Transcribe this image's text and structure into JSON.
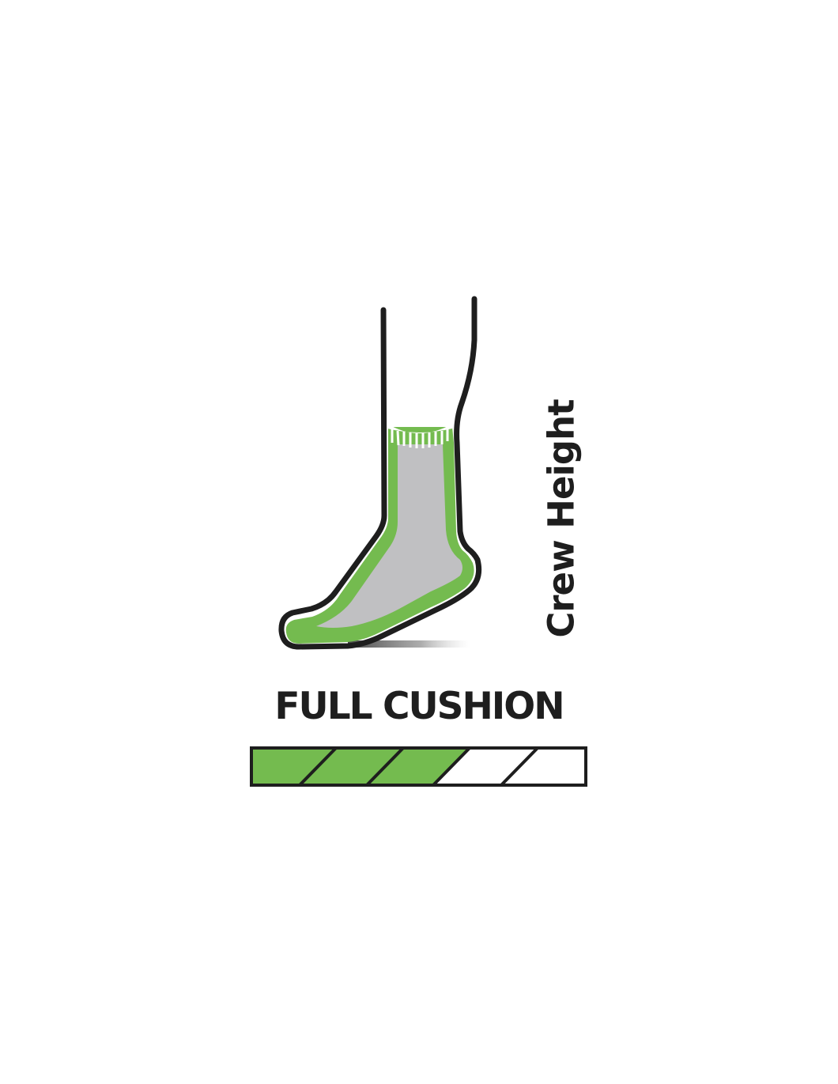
{
  "graphic": {
    "type": "sock-height-cushion-icon",
    "icon": "crew-sock-icon",
    "height_label": "Crew Height",
    "cushion_label": "FULL CUSHION",
    "cushion_scale": {
      "total_segments": 5,
      "filled_segments": 3
    }
  },
  "colors": {
    "background": "#ffffff",
    "outline": "#1e1e1e",
    "cushion_green": "#74bb4f",
    "sock_gray": "#c0c0c2",
    "cuff_white": "#ffffff"
  }
}
